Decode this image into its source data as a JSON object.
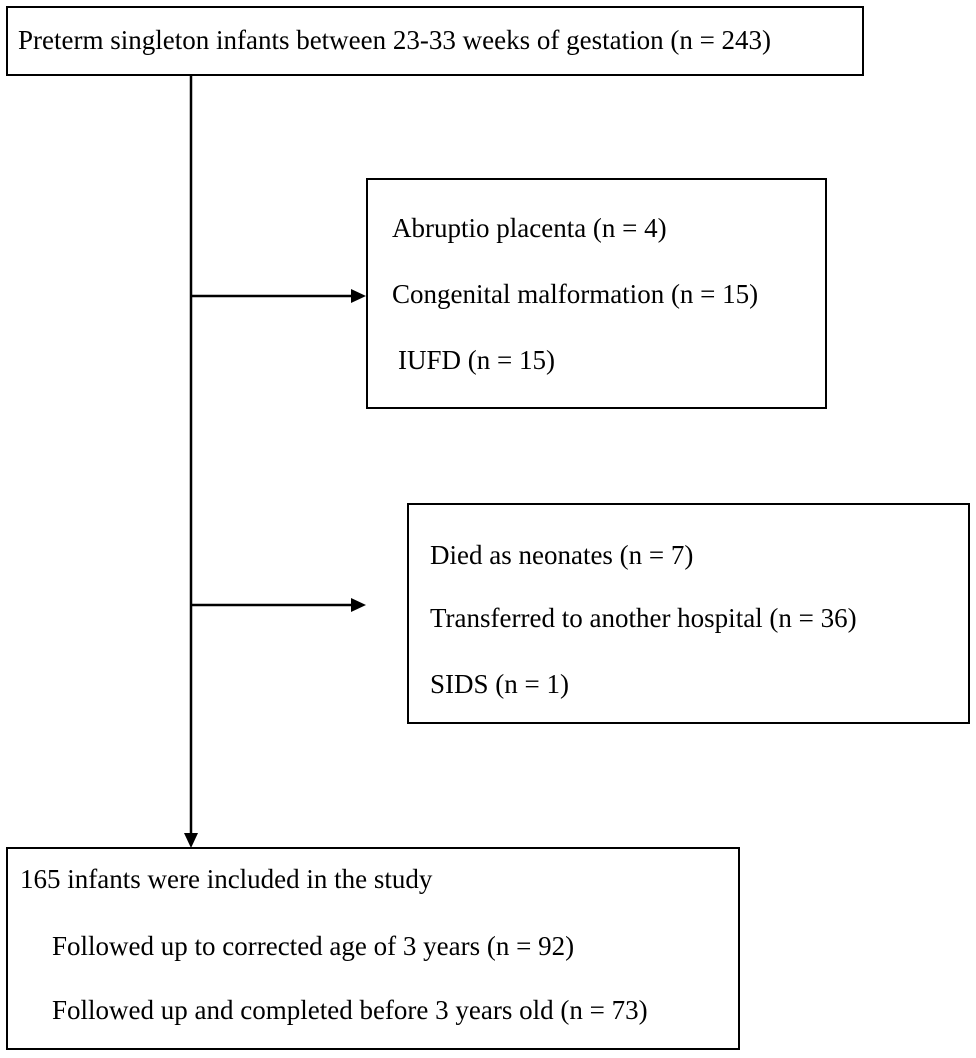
{
  "top_box": {
    "label": "Preterm singleton infants between 23-33 weeks of gestation (n = 243)"
  },
  "exclusion_box_1": {
    "lines": [
      "Abruptio placenta (n = 4)",
      "Congenital malformation (n = 15)",
      "IUFD (n = 15)"
    ]
  },
  "exclusion_box_2": {
    "lines": [
      "Died as neonates (n = 7)",
      "Transferred to another hospital (n = 36)",
      "SIDS (n = 1)"
    ]
  },
  "bottom_box": {
    "title": "165 infants were included in the study",
    "lines": [
      "Followed up to corrected age of 3 years (n = 92)",
      "Followed up and completed before 3 years old (n = 73)"
    ]
  },
  "colors": {
    "line": "#000000",
    "background": "#ffffff"
  }
}
